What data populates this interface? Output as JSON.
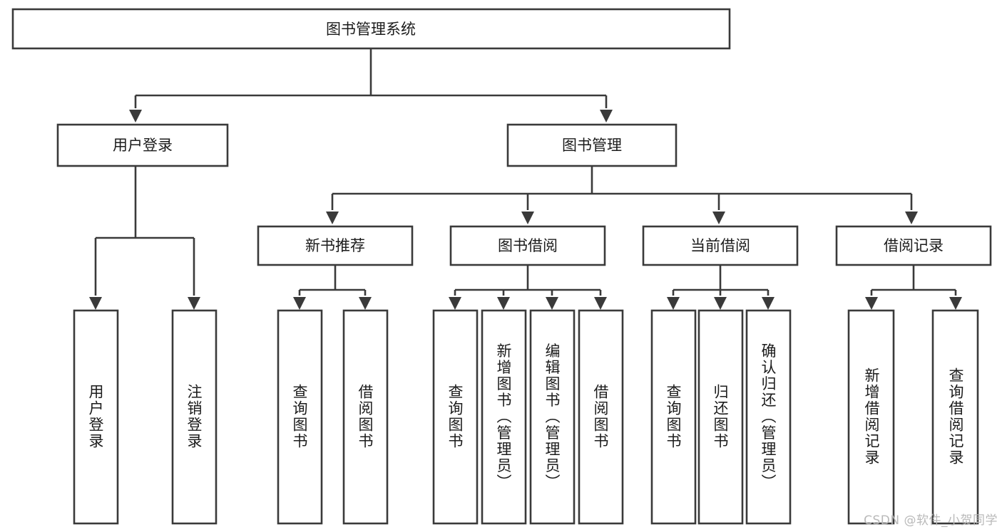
{
  "diagram": {
    "title": "图书管理系统",
    "type": "tree",
    "background_color": "#ffffff",
    "line_color": "#3a3a3a",
    "text_color": "#1b1b1b",
    "watermark": "CSDN @软件_小贺同学"
  },
  "nodes": {
    "root": {
      "label": "图书管理系统",
      "orientation": "horizontal"
    },
    "level1": [
      {
        "id": "user-login",
        "label": "用户登录",
        "orientation": "horizontal"
      },
      {
        "id": "book-manage",
        "label": "图书管理",
        "orientation": "horizontal"
      }
    ],
    "level2": [
      {
        "id": "new-book-recommend",
        "label": "新书推荐",
        "orientation": "horizontal"
      },
      {
        "id": "book-borrow",
        "label": "图书借阅",
        "orientation": "horizontal"
      },
      {
        "id": "current-borrow",
        "label": "当前借阅",
        "orientation": "horizontal"
      },
      {
        "id": "borrow-record",
        "label": "借阅记录",
        "orientation": "horizontal"
      }
    ],
    "leaves": [
      {
        "id": "leaf-user-login",
        "label": "用户登录",
        "parent": "user-login",
        "orientation": "vertical"
      },
      {
        "id": "leaf-user-logout",
        "label": "注销登录",
        "parent": "user-login",
        "orientation": "vertical"
      },
      {
        "id": "leaf-query-book-1",
        "label": "查询图书",
        "parent": "new-book-recommend",
        "orientation": "vertical"
      },
      {
        "id": "leaf-borrow-book-1",
        "label": "借阅图书",
        "parent": "new-book-recommend",
        "orientation": "vertical"
      },
      {
        "id": "leaf-query-book-2",
        "label": "查询图书",
        "parent": "book-borrow",
        "orientation": "vertical"
      },
      {
        "id": "leaf-add-book",
        "label": "新增图书（管理员）",
        "parent": "book-borrow",
        "orientation": "vertical"
      },
      {
        "id": "leaf-edit-book",
        "label": "编辑图书（管理员）",
        "parent": "book-borrow",
        "orientation": "vertical"
      },
      {
        "id": "leaf-borrow-book-2",
        "label": "借阅图书",
        "parent": "book-borrow",
        "orientation": "vertical"
      },
      {
        "id": "leaf-query-book-3",
        "label": "查询图书",
        "parent": "current-borrow",
        "orientation": "vertical"
      },
      {
        "id": "leaf-return-book",
        "label": "归还图书",
        "parent": "current-borrow",
        "orientation": "vertical"
      },
      {
        "id": "leaf-confirm-return",
        "label": "确认归还（管理员）",
        "parent": "current-borrow",
        "orientation": "vertical"
      },
      {
        "id": "leaf-add-record",
        "label": "新增借阅记录",
        "parent": "borrow-record",
        "orientation": "vertical"
      },
      {
        "id": "leaf-query-record",
        "label": "查询借阅记录",
        "parent": "borrow-record",
        "orientation": "vertical"
      }
    ]
  }
}
